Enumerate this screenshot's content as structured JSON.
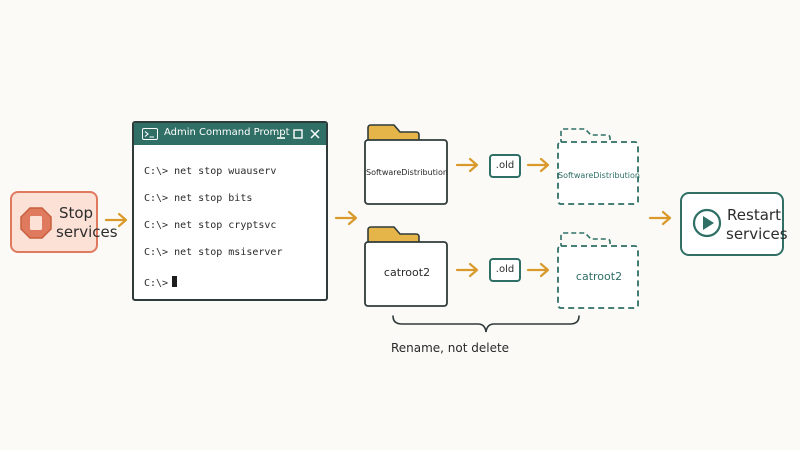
{
  "stop": {
    "label": "Stop services",
    "icon": "stop-sign-icon",
    "accent": "#e07a5f"
  },
  "terminal": {
    "title": "Admin Command Prompt",
    "commands": [
      "C:\\> net stop wuauserv",
      "C:\\> net stop bits",
      "C:\\> net stop cryptsvc",
      "C:\\> net stop msiserver"
    ],
    "prompt": "C:\\>",
    "titlebar_color": "#2f6f66"
  },
  "folders": {
    "top": {
      "name": "SoftwareDistribution",
      "renamed": "SoftwareDistribution"
    },
    "bottom": {
      "name": "catroot2",
      "renamed": "catroot2"
    },
    "folder_color": "#e6b54a"
  },
  "badge": {
    "label": ".old"
  },
  "caption": "Rename, not delete",
  "restart": {
    "label": "Restart services",
    "icon": "play-icon",
    "accent": "#2f6f66"
  },
  "arrow_color": "#d99a2b"
}
